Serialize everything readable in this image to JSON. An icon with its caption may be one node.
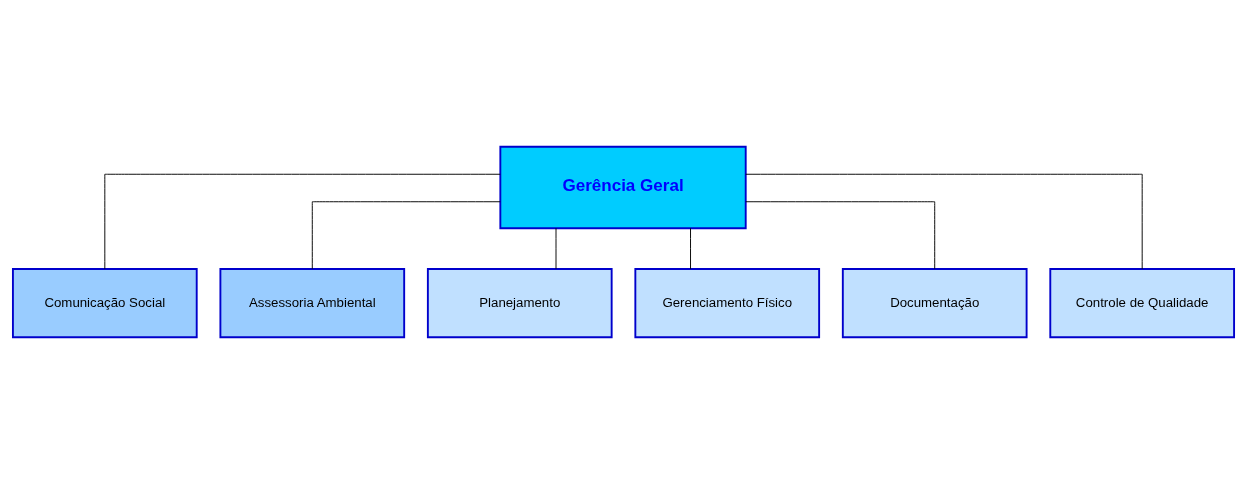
{
  "diagram": {
    "nodes": [
      {
        "text": [
          "Gerência Geral"
        ]
      },
      {
        "text": [
          "Comunicação Social"
        ]
      },
      {
        "text": [
          "Assessoria Ambiental"
        ]
      },
      {
        "text": [
          "Planejamento"
        ]
      },
      {
        "text": [
          "Gerenciamento Físico"
        ]
      },
      {
        "text": [
          "Documentação"
        ]
      },
      {
        "text": [
          "Controle de Qualidade"
        ]
      }
    ],
    "edges": [
      {
        "from": 0,
        "to": 1,
        "arrow": "none"
      },
      {
        "from": 0,
        "to": 2,
        "arrow": "none"
      },
      {
        "from": 0,
        "to": 3,
        "arrow": "none"
      },
      {
        "from": 0,
        "to": 4,
        "arrow": "none"
      },
      {
        "from": 0,
        "to": 5,
        "arrow": "none"
      },
      {
        "from": 0,
        "to": 6,
        "arrow": "none"
      }
    ]
  }
}
